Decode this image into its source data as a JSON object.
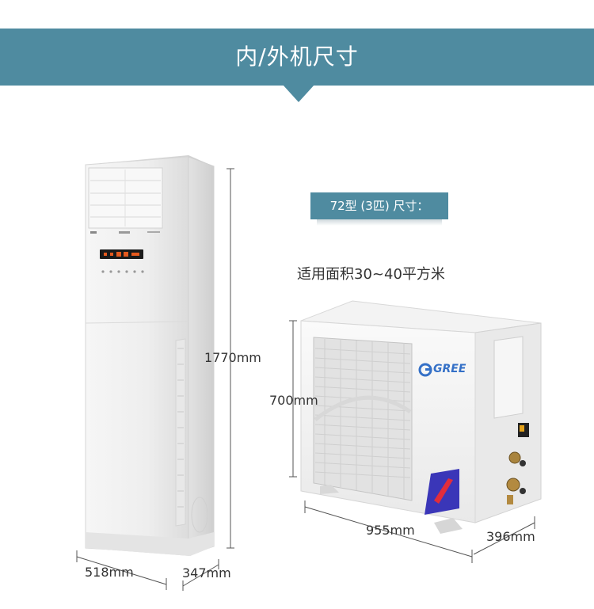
{
  "header": {
    "title": "内/外机尺寸"
  },
  "spec": {
    "model_label": "72型 (3匹) 尺寸：",
    "area_text": "适用面积30~40平方米"
  },
  "dimensions": {
    "indoor_height": "1770mm",
    "indoor_width": "518mm",
    "indoor_depth": "347mm",
    "outdoor_height": "700mm",
    "outdoor_width": "955mm",
    "outdoor_depth": "396mm"
  },
  "outdoor_unit": {
    "brand_logo": "GREE"
  },
  "colors": {
    "banner": "#4f8ba0",
    "unit_body": "#f1f2f2",
    "display": "#e65a1e"
  }
}
